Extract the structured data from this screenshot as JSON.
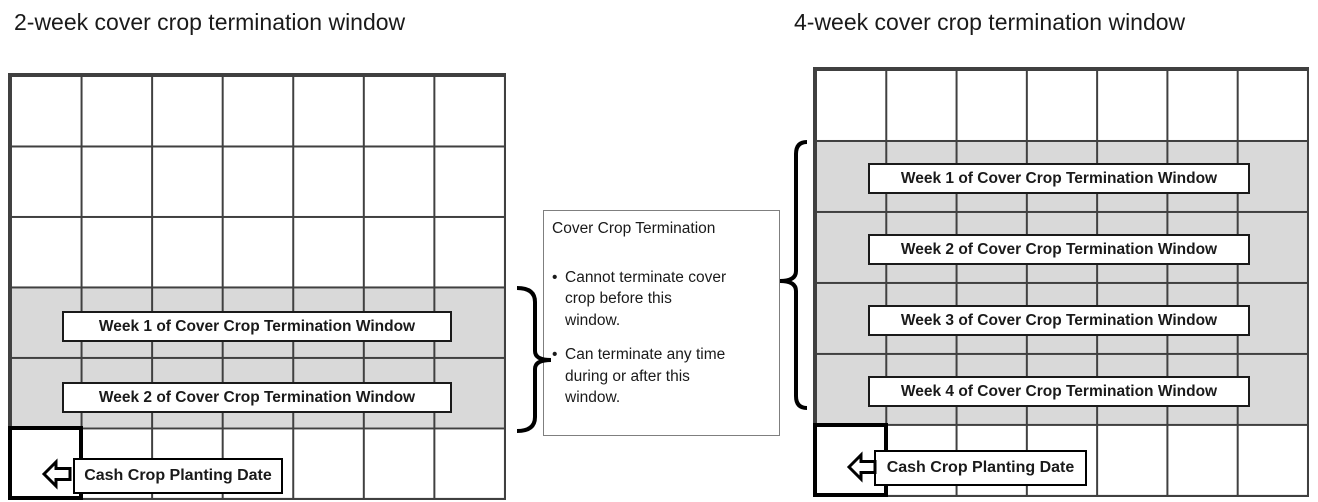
{
  "colors": {
    "shade": "#d9d9d9",
    "grid_line": "#404040",
    "text": "#1a1a1a",
    "label_border": "#1a1a1a",
    "thick_border": "#000000",
    "annotation_border": "#7f7f7f"
  },
  "left_panel": {
    "title": "2-week cover crop termination window",
    "grid": {
      "columns": 7,
      "rows": 6,
      "shaded_rows": [
        4,
        5
      ],
      "window_weeks": 2
    },
    "week_labels": [
      "Week 1 of Cover Crop Termination Window",
      "Week 2 of Cover Crop Termination Window"
    ],
    "planting_label": "Cash Crop Planting Date"
  },
  "right_panel": {
    "title": "4-week cover crop termination window",
    "grid": {
      "columns": 7,
      "rows": 6,
      "shaded_rows": [
        2,
        3,
        4,
        5
      ],
      "window_weeks": 4
    },
    "week_labels": [
      "Week 1 of Cover Crop Termination Window",
      "Week 2 of Cover Crop Termination Window",
      "Week 3 of Cover Crop Termination Window",
      "Week 4 of Cover Crop Termination Window"
    ],
    "planting_label": "Cash Crop Planting Date"
  },
  "annotation": {
    "heading": "Cover Crop Termination",
    "bullets": [
      "Cannot terminate cover\ncrop before this\nwindow.",
      "Can terminate any time\nduring or after this\nwindow."
    ]
  }
}
